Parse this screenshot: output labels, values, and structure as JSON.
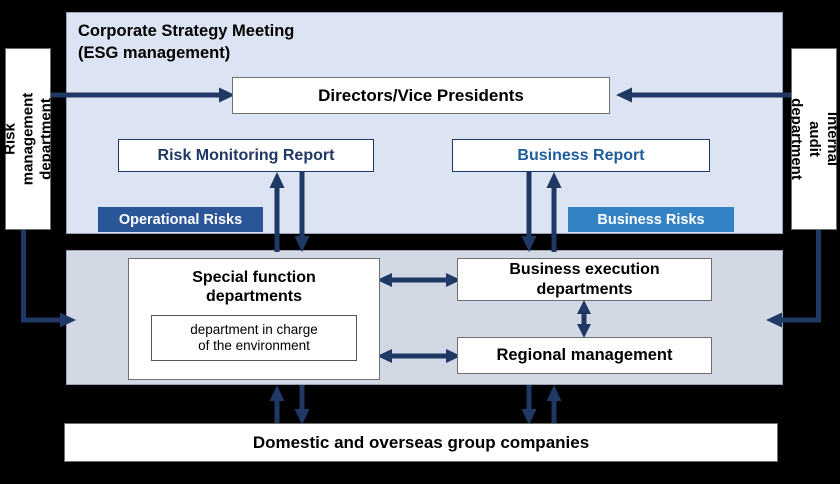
{
  "diagram": {
    "title_top_panel": "Corporate Strategy Meeting\n(ESG management)",
    "boxes": {
      "directors": "Directors/Vice Presidents",
      "risk_monitoring_report": "Risk Monitoring Report",
      "business_report": "Business Report",
      "special_function_departments": "Special function\ndepartments",
      "environment_department": "department in charge\nof the environment",
      "business_execution_departments": "Business execution\ndepartments",
      "regional_management": "Regional management",
      "group_companies": "Domestic and overseas group companies"
    },
    "badges": {
      "operational_risks": "Operational Risks",
      "business_risks": "Business Risks"
    },
    "side_labels": {
      "risk_management_department": "Risk management\ndepartment",
      "internal_audit_department": "Internal audit\ndepartment"
    },
    "colors": {
      "top_panel_bg": "#dce3f2",
      "bottom_panel_bg": "#d2d8e4",
      "arrow_navy": "#1f3864",
      "operational_badge_bg": "#2a5699",
      "business_badge_bg": "#3382c4",
      "report_text_navy": "#1f3864",
      "business_report_text": "#1f5c99",
      "background": "#000000"
    }
  }
}
